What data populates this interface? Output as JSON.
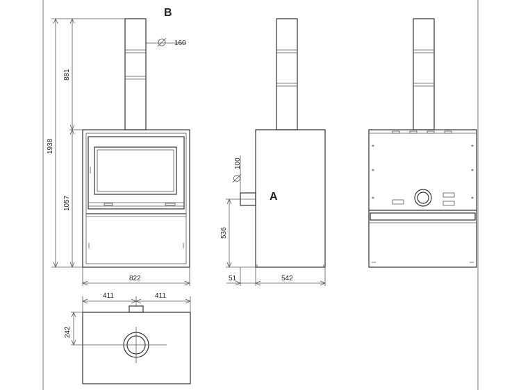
{
  "labels": {
    "view_b": "B",
    "view_a": "A"
  },
  "dimensions": {
    "total_height": "1938",
    "flue_height": "881",
    "body_height": "1057",
    "width": "822",
    "flue_diameter": "160",
    "diameter_symbol": "Ø",
    "side_inlet_diameter": "100",
    "inlet_height": "536",
    "inlet_offset": "51",
    "depth": "542",
    "half_width_left": "411",
    "half_width_right": "411",
    "flue_offset": "242"
  }
}
